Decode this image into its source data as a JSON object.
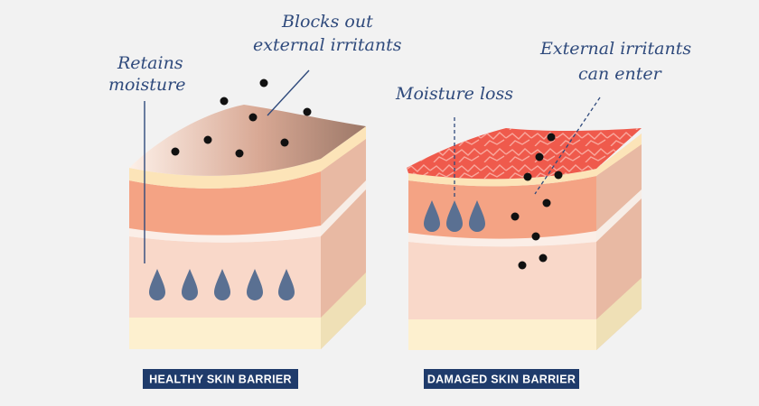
{
  "healthy": {
    "caption": "HEALTHY SKIN BARRIER",
    "label_retains": [
      "Retains",
      "moisture"
    ],
    "label_blocks": [
      "Blocks out",
      "external irritants"
    ]
  },
  "damaged": {
    "caption": "DAMAGED SKIN BARRIER",
    "label_loss": [
      "Moisture loss"
    ],
    "label_enter": [
      "External irritants",
      "can enter"
    ]
  },
  "colors": {
    "background": "#f2f2f2",
    "epidermis": "#f4a384",
    "dermis": "#f9d8c9",
    "base": "#fdf0cf",
    "healthy_surface": "#b08474",
    "damaged_surface": "#ef5a4c",
    "droplet": "#5a7092",
    "particle": "#111111",
    "caption_box": "#1f3b6b",
    "handwriting": "#2f4a7c"
  },
  "icons": [
    "water-droplet-icon",
    "irritant-particle-icon"
  ]
}
